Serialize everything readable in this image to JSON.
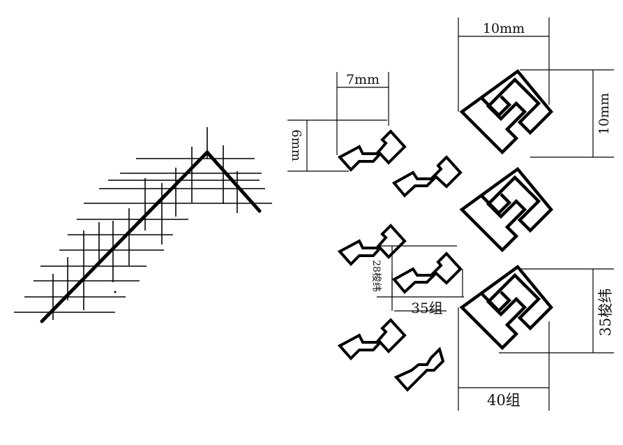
{
  "dimensions": {
    "top_width": "10mm",
    "right_height": "10mm",
    "mid_width": "7mm",
    "left_height": "6mm",
    "small_vertical": "28梭纬",
    "small_horizontal": "35组",
    "large_vertical": "35梭纬",
    "large_horizontal": "40组"
  },
  "colors": {
    "line": "#000000",
    "background": "#ffffff"
  }
}
